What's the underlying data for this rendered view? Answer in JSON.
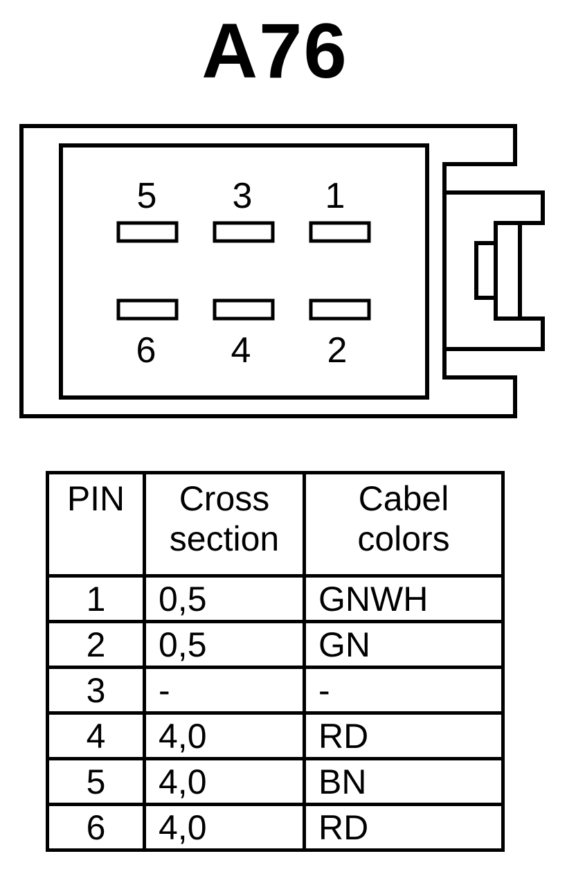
{
  "title": "A76",
  "connector": {
    "pins_top": [
      "5",
      "3",
      "1"
    ],
    "pins_bottom": [
      "6",
      "4",
      "2"
    ]
  },
  "table": {
    "header": {
      "pin": "PIN",
      "cross_line1": "Cross",
      "cross_line2": "section",
      "color_line1": "Cabel",
      "color_line2": "colors"
    },
    "rows": [
      {
        "pin": "1",
        "cross": "0,5",
        "color": "GNWH"
      },
      {
        "pin": "2",
        "cross": "0,5",
        "color": "GN"
      },
      {
        "pin": "3",
        "cross": "-",
        "color": "-"
      },
      {
        "pin": "4",
        "cross": "4,0",
        "color": "RD"
      },
      {
        "pin": "5",
        "cross": "4,0",
        "color": "BN"
      },
      {
        "pin": "6",
        "cross": "4,0",
        "color": "RD"
      }
    ]
  }
}
